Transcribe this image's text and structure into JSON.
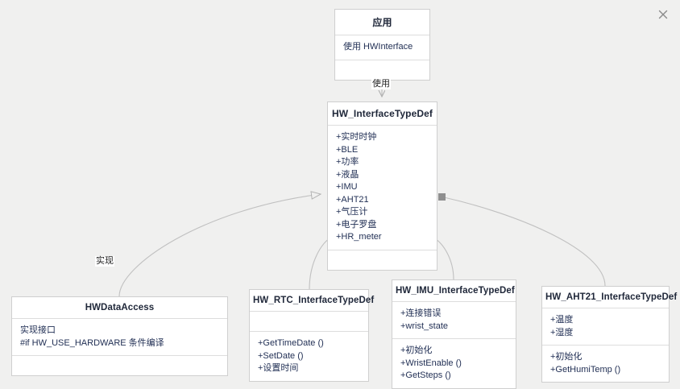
{
  "canvas": {
    "background": "#f0f0ef",
    "box_fill": "#ffffff",
    "box_border": "#cfcfcf",
    "title_color": "#20283a",
    "member_color": "#223055",
    "edge_color": "#b9b9b9"
  },
  "close_button": {
    "name": "close-icon",
    "label": "×"
  },
  "boxes": [
    {
      "id": "app",
      "title": "应用",
      "compartments": [
        {
          "rows": [
            "使用 HWInterface"
          ]
        },
        {
          "rows": []
        }
      ]
    },
    {
      "id": "iface",
      "title": "HW_InterfaceTypeDef",
      "compartments": [
        {
          "rows": [
            "+实时时钟",
            "+BLE",
            "+功率",
            "+液晶",
            "+IMU",
            "+AHT21",
            "+气压计",
            "+电子罗盘",
            "+HR_meter"
          ]
        },
        {
          "rows": []
        }
      ]
    },
    {
      "id": "dataaccess",
      "title": "HWDataAccess",
      "compartments": [
        {
          "rows": [
            "实现接口",
            "#if HW_USE_HARDWARE 条件编译"
          ]
        },
        {
          "rows": []
        }
      ]
    },
    {
      "id": "rtc",
      "title": "HW_RTC_InterfaceTypeDef",
      "compartments": [
        {
          "rows": []
        },
        {
          "rows": [
            "+GetTimeDate ()",
            "+SetDate ()",
            "+设置时间"
          ]
        }
      ]
    },
    {
      "id": "imu",
      "title": "HW_IMU_InterfaceTypeDef",
      "compartments": [
        {
          "rows": [
            "+连接错误",
            "+wrist_state"
          ]
        },
        {
          "rows": [
            "+初始化",
            "+WristEnable ()",
            "+GetSteps ()"
          ]
        }
      ]
    },
    {
      "id": "aht",
      "title": "HW_AHT21_InterfaceTypeDef",
      "compartments": [
        {
          "rows": [
            "+温度",
            "+湿度"
          ]
        },
        {
          "rows": [
            "+初始化",
            "+GetHumiTemp ()"
          ]
        }
      ]
    }
  ],
  "edges": [
    {
      "id": "use",
      "label": "使用",
      "from": "app",
      "to": "iface",
      "kind": "dependency-arrow"
    },
    {
      "id": "impl",
      "label": "实现",
      "from": "dataaccess",
      "to": "iface",
      "kind": "realization-triangle"
    },
    {
      "id": "rtc",
      "label": "",
      "from": "rtc",
      "to": "iface",
      "kind": "composition-diamond"
    },
    {
      "id": "imu",
      "label": "",
      "from": "imu",
      "to": "iface",
      "kind": "composition-diamond"
    },
    {
      "id": "aht",
      "label": "",
      "from": "aht",
      "to": "iface",
      "kind": "composition-diamond"
    }
  ]
}
